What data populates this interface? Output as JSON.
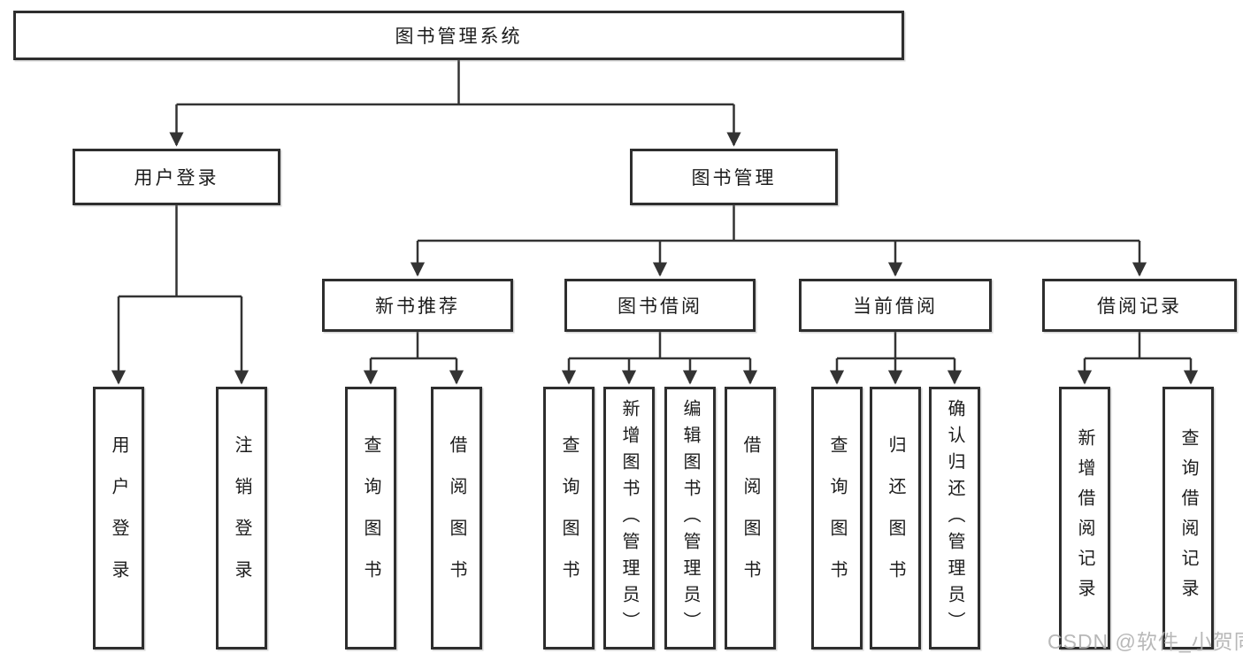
{
  "diagram": {
    "title": "图书管理系统",
    "type": "hierarchy-tree",
    "colors": {
      "background": "#ffffff",
      "line": "#333333",
      "box_border": "#2e2e2e",
      "text": "#1c1c1c",
      "watermark": "#b9b9b9"
    },
    "root": {
      "label": "图书管理系统"
    },
    "branches": [
      {
        "label": "用户登录",
        "children": [
          {
            "label": "用户登录"
          },
          {
            "label": "注销登录"
          }
        ]
      },
      {
        "label": "图书管理",
        "children": [
          {
            "label": "新书推荐",
            "children": [
              {
                "label": "查询图书"
              },
              {
                "label": "借阅图书"
              }
            ]
          },
          {
            "label": "图书借阅",
            "children": [
              {
                "label": "查询图书"
              },
              {
                "label": "新增图书（管理员）"
              },
              {
                "label": "编辑图书（管理员）"
              },
              {
                "label": "借阅图书"
              }
            ]
          },
          {
            "label": "当前借阅",
            "children": [
              {
                "label": "查询图书"
              },
              {
                "label": "归还图书"
              },
              {
                "label": "确认归还（管理员）"
              }
            ]
          },
          {
            "label": "借阅记录",
            "children": [
              {
                "label": "新增借阅记录"
              },
              {
                "label": "查询借阅记录"
              }
            ]
          }
        ]
      }
    ],
    "watermark": "CSDN @软件_小贺同学"
  }
}
